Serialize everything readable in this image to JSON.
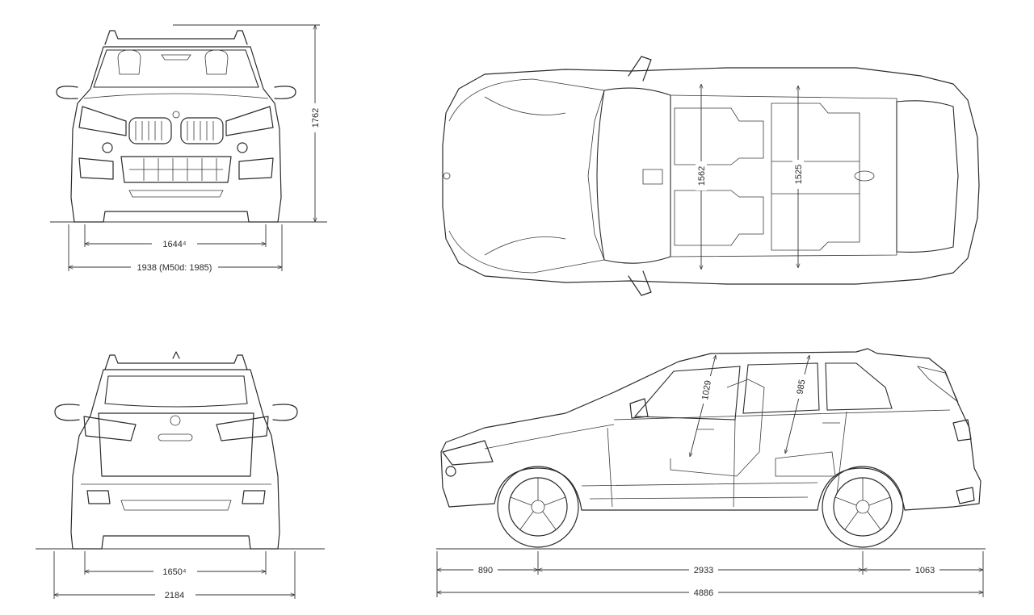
{
  "dimensions": {
    "front_track": "1644⁴",
    "front_width": "1938 (M50d: 1985)",
    "height": "1762",
    "rear_track": "1650⁴",
    "rear_width": "2184",
    "front_headroom": "1029",
    "rear_headroom": "985",
    "front_shoulder_width": "1562",
    "rear_shoulder_width": "1525",
    "front_overhang": "890",
    "wheelbase": "2933",
    "rear_overhang": "1063",
    "length": "4886"
  }
}
